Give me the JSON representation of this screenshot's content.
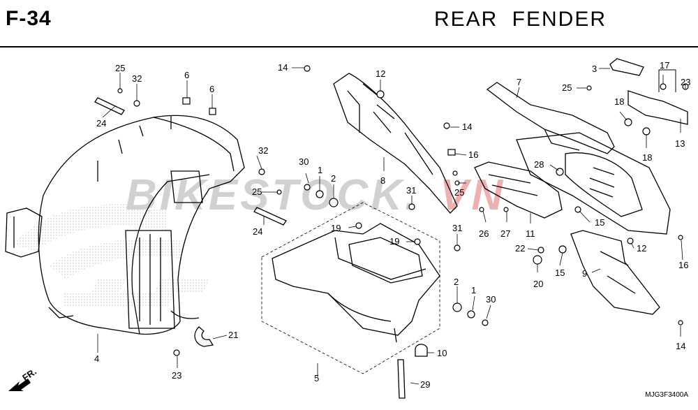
{
  "header": {
    "figure_code": "F-34",
    "title": "REAR  FENDER"
  },
  "figure_number": "MJG3F3400A",
  "direction_label": "FR.",
  "watermark": "BIKESTOCK.VN",
  "callouts": [
    "1",
    "1",
    "2",
    "2",
    "3",
    "4",
    "5",
    "6",
    "6",
    "7",
    "8",
    "9",
    "10",
    "11",
    "12",
    "12",
    "13",
    "14",
    "14",
    "14",
    "15",
    "15",
    "16",
    "16",
    "17",
    "18",
    "18",
    "19",
    "19",
    "20",
    "21",
    "22",
    "23",
    "23",
    "24",
    "24",
    "25",
    "25",
    "25",
    "25",
    "26",
    "27",
    "28",
    "29",
    "30",
    "30",
    "31",
    "31",
    "32",
    "32"
  ]
}
